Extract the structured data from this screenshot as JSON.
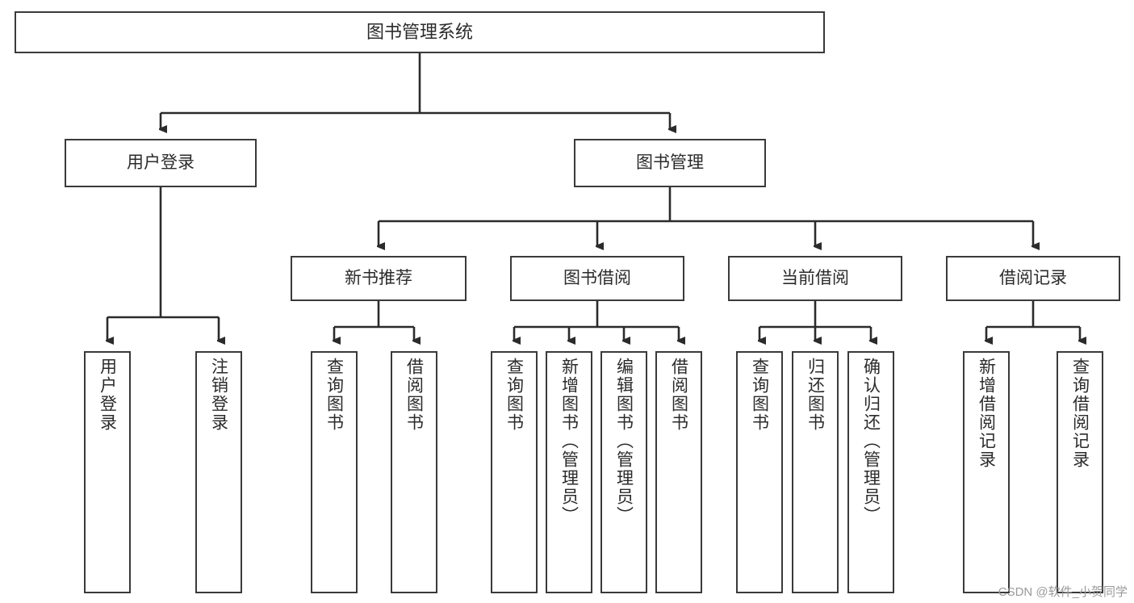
{
  "diagram": {
    "type": "tree",
    "title": "图书管理系统",
    "colors": {
      "box_border": "#3a3a3a",
      "box_fill": "#ffffff",
      "edge": "#2b2b2b",
      "text": "#2b2b2b",
      "watermark": "#9a9a9a",
      "background": "#ffffff"
    },
    "root": {
      "label": "图书管理系统"
    },
    "level1": [
      {
        "label": "用户登录"
      },
      {
        "label": "图书管理"
      }
    ],
    "level2": [
      {
        "label": "新书推荐"
      },
      {
        "label": "图书借阅"
      },
      {
        "label": "当前借阅"
      },
      {
        "label": "借阅记录"
      }
    ],
    "leaves": {
      "user_login": [
        {
          "label": "用户登录"
        },
        {
          "label": "注销登录"
        }
      ],
      "new_book_recommend": [
        {
          "label": "查询图书"
        },
        {
          "label": "借阅图书"
        }
      ],
      "book_borrow": [
        {
          "label": "查询图书"
        },
        {
          "label": "新增图书（管理员）"
        },
        {
          "label": "编辑图书（管理员）"
        },
        {
          "label": "借阅图书"
        }
      ],
      "current_borrow": [
        {
          "label": "查询图书"
        },
        {
          "label": "归还图书"
        },
        {
          "label": "确认归还（管理员）"
        }
      ],
      "borrow_record": [
        {
          "label": "新增借阅记录"
        },
        {
          "label": "查询借阅记录"
        }
      ]
    }
  },
  "watermark": {
    "text": "CSDN @软件_小贺同学"
  }
}
